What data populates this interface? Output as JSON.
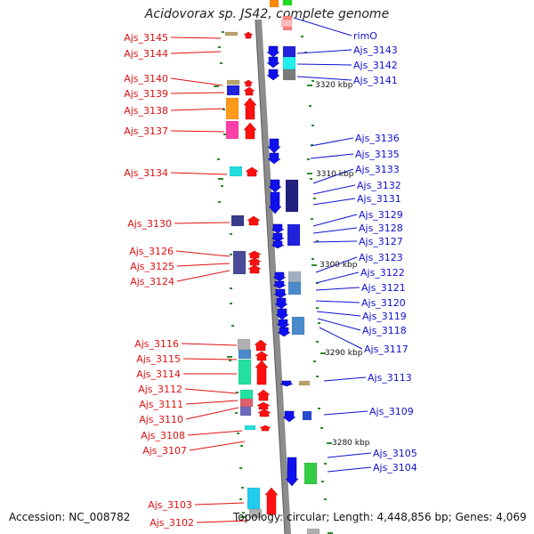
{
  "title": "Acidovorax sp. JS42, complete genome",
  "footer": {
    "accession": "Accession: NC_008782",
    "topology": "Topology: circular; Length: 4,448,856 bp; Genes: 4,069"
  },
  "colors": {
    "forward_label": "#e01010",
    "reverse_label": "#1010d0",
    "backbone": "#8c8c8c",
    "tick": "#2a8a2a"
  },
  "scale_labels": [
    "3320 kbp",
    "3310 kbp",
    "3300 kbp",
    "3290 kbp",
    "3280 kbp"
  ],
  "left_genes": [
    "Ajs_3145",
    "Ajs_3144",
    "Ajs_3140",
    "Ajs_3139",
    "Ajs_3138",
    "Ajs_3137",
    "Ajs_3134",
    "Ajs_3130",
    "Ajs_3126",
    "Ajs_3125",
    "Ajs_3124",
    "Ajs_3116",
    "Ajs_3115",
    "Ajs_3114",
    "Ajs_3112",
    "Ajs_3111",
    "Ajs_3110",
    "Ajs_3108",
    "Ajs_3107",
    "Ajs_3103",
    "Ajs_3102"
  ],
  "right_genes": [
    "rimO",
    "Ajs_3143",
    "Ajs_3142",
    "Ajs_3141",
    "Ajs_3136",
    "Ajs_3135",
    "Ajs_3133",
    "Ajs_3132",
    "Ajs_3131",
    "Ajs_3129",
    "Ajs_3128",
    "Ajs_3127",
    "Ajs_3123",
    "Ajs_3122",
    "Ajs_3121",
    "Ajs_3120",
    "Ajs_3119",
    "Ajs_3118",
    "Ajs_3117",
    "Ajs_3113",
    "Ajs_3109",
    "Ajs_3105",
    "Ajs_3104"
  ]
}
